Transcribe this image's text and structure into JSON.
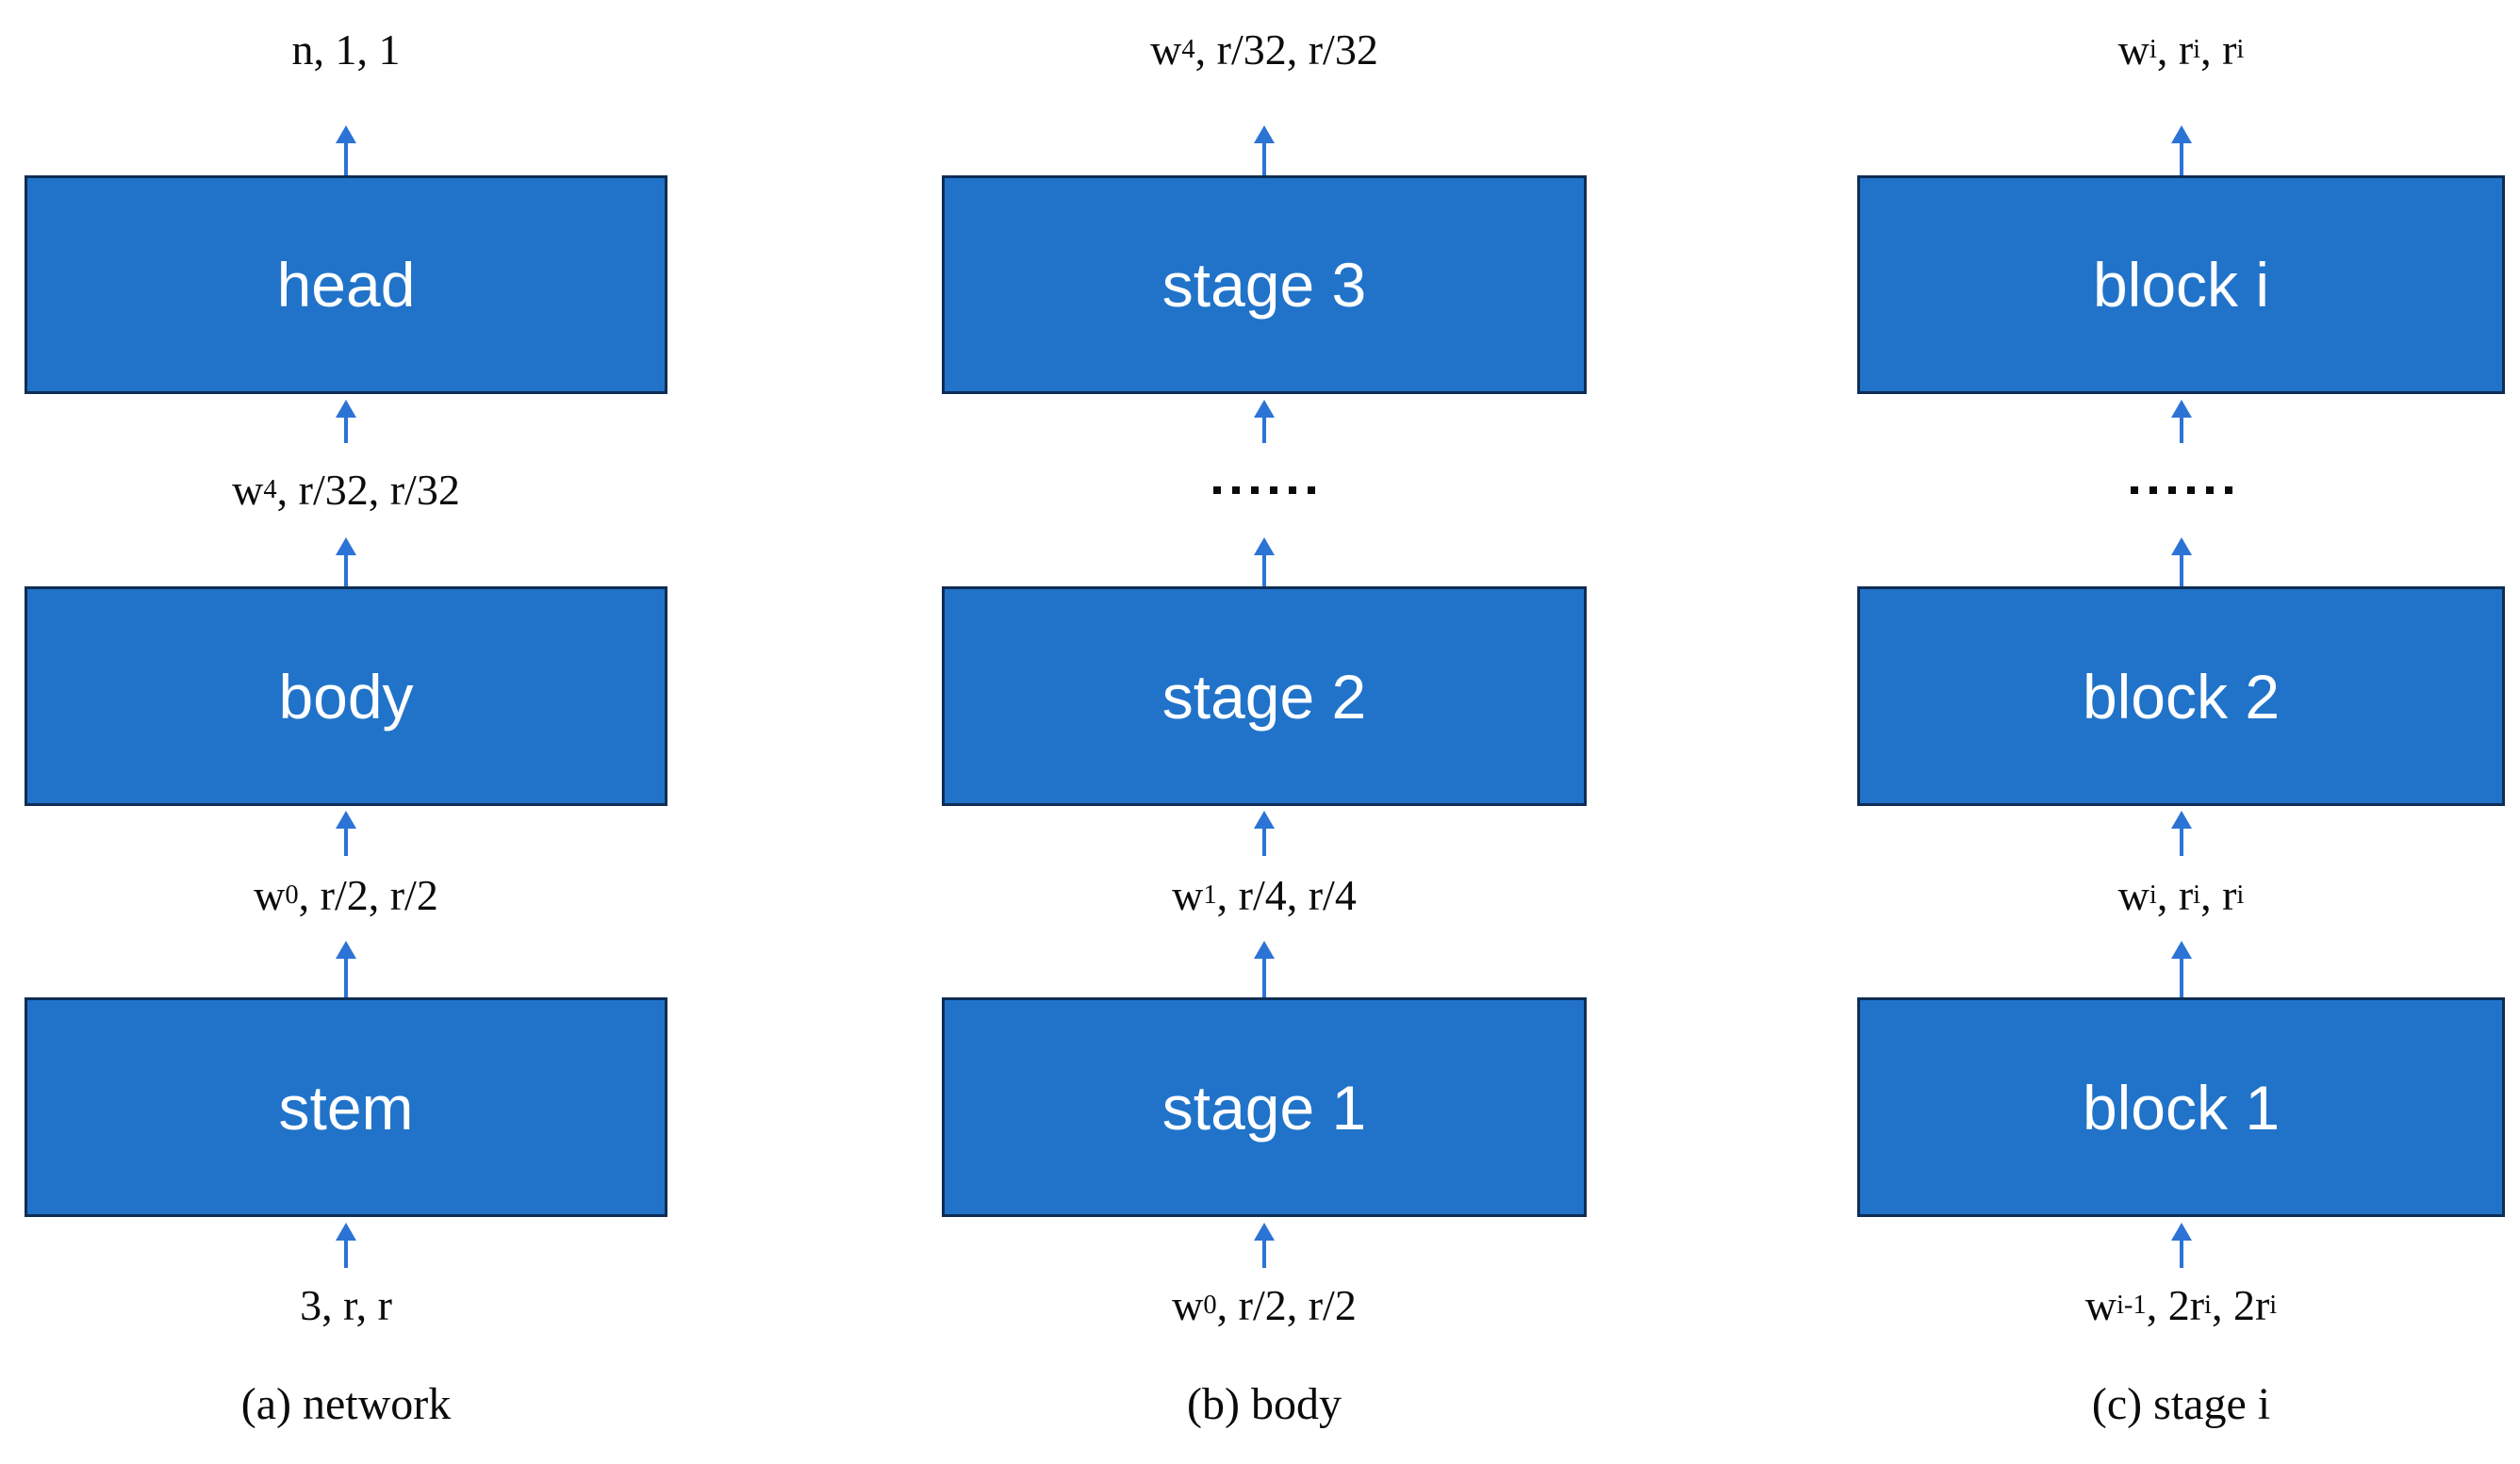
{
  "colors": {
    "box_fill": "#2173C9",
    "box_border": "#0F2D54",
    "arrow": "#2C73D6",
    "label_text": "#0B0B0B",
    "box_text": "#FFFFFF",
    "background": "#FFFFFF"
  },
  "dots_count": 6,
  "columns": [
    {
      "caption": "(a) network",
      "top_label": [
        {
          "t": "n, 1, 1"
        }
      ],
      "boxes": [
        {
          "label": "head"
        },
        {
          "label": "body"
        },
        {
          "label": "stem"
        }
      ],
      "mid_upper": {
        "type": "label",
        "segments": [
          {
            "t": "w"
          },
          {
            "t": "4",
            "sub": true
          },
          {
            "t": ", r/32, r/32"
          }
        ]
      },
      "mid_lower": {
        "type": "label",
        "segments": [
          {
            "t": "w"
          },
          {
            "t": "0",
            "sub": true
          },
          {
            "t": ", r/2, r/2"
          }
        ]
      },
      "bottom_label": [
        {
          "t": "3, r, r"
        }
      ]
    },
    {
      "caption": "(b) body",
      "top_label": [
        {
          "t": "w"
        },
        {
          "t": "4",
          "sub": true
        },
        {
          "t": ", r/32, r/32"
        }
      ],
      "boxes": [
        {
          "label": "stage 3"
        },
        {
          "label": "stage 2"
        },
        {
          "label": "stage 1"
        }
      ],
      "mid_upper": {
        "type": "dots"
      },
      "mid_lower": {
        "type": "label",
        "segments": [
          {
            "t": "w"
          },
          {
            "t": "1",
            "sub": true
          },
          {
            "t": ", r/4, r/4"
          }
        ]
      },
      "bottom_label": [
        {
          "t": "w"
        },
        {
          "t": "0",
          "sub": true
        },
        {
          "t": ", r/2, r/2"
        }
      ]
    },
    {
      "caption": "(c) stage i",
      "top_label": [
        {
          "t": "w"
        },
        {
          "t": "i",
          "sub": true
        },
        {
          "t": ", r"
        },
        {
          "t": "i",
          "sub": true
        },
        {
          "t": ", r"
        },
        {
          "t": "i",
          "sub": true
        }
      ],
      "boxes": [
        {
          "label": "block i"
        },
        {
          "label": "block 2"
        },
        {
          "label": "block 1"
        }
      ],
      "mid_upper": {
        "type": "dots"
      },
      "mid_lower": {
        "type": "label",
        "segments": [
          {
            "t": "w"
          },
          {
            "t": "i",
            "sub": true
          },
          {
            "t": ", r"
          },
          {
            "t": "i",
            "sub": true
          },
          {
            "t": ", r"
          },
          {
            "t": "i",
            "sub": true
          }
        ]
      },
      "bottom_label": [
        {
          "t": "w"
        },
        {
          "t": "i-1",
          "sub": true
        },
        {
          "t": ", 2r"
        },
        {
          "t": "i",
          "sub": true
        },
        {
          "t": ", 2r"
        },
        {
          "t": "i",
          "sub": true
        }
      ]
    }
  ]
}
